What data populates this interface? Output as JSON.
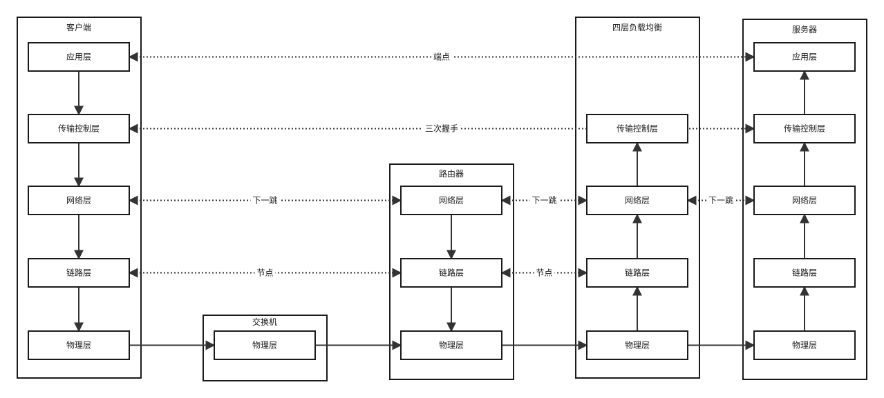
{
  "groups": [
    {
      "id": "client",
      "title": "客户端"
    },
    {
      "id": "switch",
      "title": "交换机"
    },
    {
      "id": "router",
      "title": "路由器"
    },
    {
      "id": "lb",
      "title": "四层负载均衡"
    },
    {
      "id": "server",
      "title": "服务器"
    }
  ],
  "nodes": {
    "c_app": "应用层",
    "c_trans": "传输控制层",
    "c_net": "网络层",
    "c_link": "链路层",
    "c_phy": "物理层",
    "sw_phy": "物理层",
    "r_net": "网络层",
    "r_link": "链路层",
    "r_phy": "物理层",
    "lb_trans": "传输控制层",
    "lb_net": "网络层",
    "lb_link": "链路层",
    "lb_phy": "物理层",
    "s_app": "应用层",
    "s_trans": "传输控制层",
    "s_net": "网络层",
    "s_link": "链路层",
    "s_phy": "物理层"
  },
  "links": [
    {
      "from": "c_app",
      "to": "c_trans",
      "style": "solid",
      "direction": "forward",
      "label": ""
    },
    {
      "from": "c_trans",
      "to": "c_net",
      "style": "solid",
      "direction": "forward",
      "label": ""
    },
    {
      "from": "c_net",
      "to": "c_link",
      "style": "solid",
      "direction": "forward",
      "label": ""
    },
    {
      "from": "c_link",
      "to": "c_phy",
      "style": "solid",
      "direction": "forward",
      "label": ""
    },
    {
      "from": "c_phy",
      "to": "sw_phy",
      "style": "solid",
      "direction": "forward",
      "label": ""
    },
    {
      "from": "sw_phy",
      "to": "r_phy",
      "style": "solid",
      "direction": "forward",
      "label": ""
    },
    {
      "from": "r_net",
      "to": "r_link",
      "style": "solid",
      "direction": "forward",
      "label": ""
    },
    {
      "from": "r_link",
      "to": "r_phy",
      "style": "solid",
      "direction": "forward",
      "label": ""
    },
    {
      "from": "r_phy",
      "to": "lb_phy",
      "style": "solid",
      "direction": "forward",
      "label": ""
    },
    {
      "from": "lb_phy",
      "to": "lb_link",
      "style": "solid",
      "direction": "forward",
      "label": ""
    },
    {
      "from": "lb_link",
      "to": "lb_net",
      "style": "solid",
      "direction": "forward",
      "label": ""
    },
    {
      "from": "lb_net",
      "to": "lb_trans",
      "style": "solid",
      "direction": "forward",
      "label": ""
    },
    {
      "from": "lb_phy",
      "to": "s_phy",
      "style": "solid",
      "direction": "forward",
      "label": ""
    },
    {
      "from": "s_phy",
      "to": "s_link",
      "style": "solid",
      "direction": "forward",
      "label": ""
    },
    {
      "from": "s_link",
      "to": "s_net",
      "style": "solid",
      "direction": "forward",
      "label": ""
    },
    {
      "from": "s_net",
      "to": "s_trans",
      "style": "solid",
      "direction": "forward",
      "label": ""
    },
    {
      "from": "s_trans",
      "to": "s_app",
      "style": "solid",
      "direction": "forward",
      "label": ""
    },
    {
      "from": "c_app",
      "to": "s_app",
      "style": "dotted",
      "direction": "both",
      "label": "端点"
    },
    {
      "from": "c_trans",
      "to": "s_trans",
      "style": "dotted",
      "direction": "both",
      "label": "三次握手"
    },
    {
      "from": "c_net",
      "to": "r_net",
      "style": "dotted",
      "direction": "both",
      "label": "下一跳"
    },
    {
      "from": "r_net",
      "to": "lb_net",
      "style": "dotted",
      "direction": "both",
      "label": "下一跳"
    },
    {
      "from": "lb_net",
      "to": "s_net",
      "style": "dotted",
      "direction": "both",
      "label": "下一跳"
    },
    {
      "from": "c_link",
      "to": "r_link",
      "style": "dotted",
      "direction": "both",
      "label": "节点"
    },
    {
      "from": "r_link",
      "to": "lb_link",
      "style": "dotted",
      "direction": "both",
      "label": "节点"
    }
  ]
}
